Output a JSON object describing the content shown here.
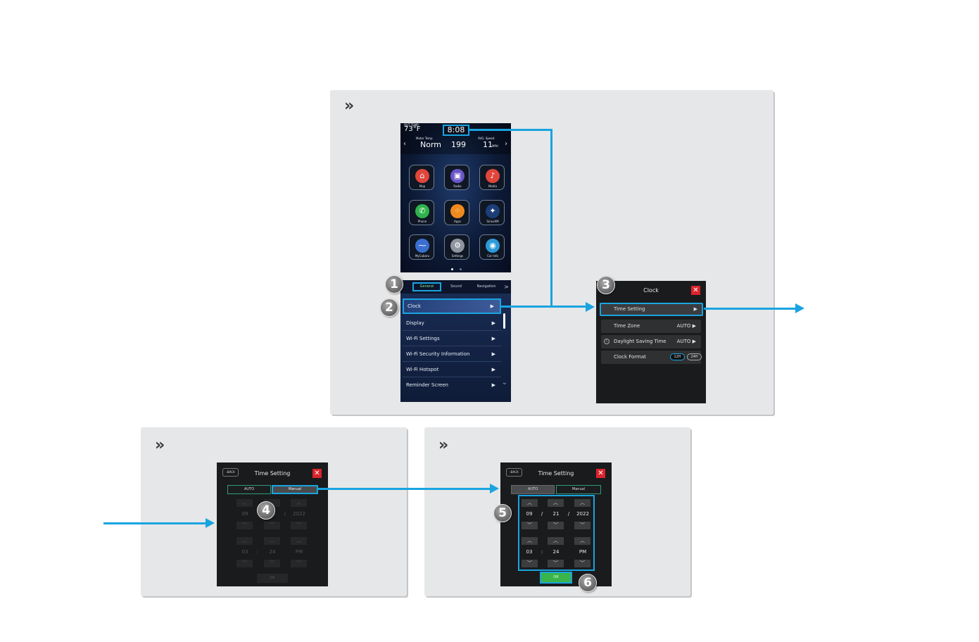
{
  "home": {
    "outside_temp_label": "OUT TEMP",
    "outside_temp": "73°F",
    "clock": "8:08",
    "motor_temp_label": "Motor Temp",
    "motor_temp": "Norm",
    "mid_value": "199",
    "avg_speed_label": "AVG. Speed",
    "avg_speed": "11",
    "avg_speed_unit": "MPH",
    "apps": [
      {
        "label": "Map",
        "icon": "map-icon",
        "color": "#e0463c",
        "glyph": "⌂"
      },
      {
        "label": "Radio",
        "icon": "radio-icon",
        "color": "#6a56c9",
        "glyph": "▣"
      },
      {
        "label": "Media",
        "icon": "music-note-icon",
        "color": "#e0463c",
        "glyph": "♪"
      },
      {
        "label": "Phone",
        "icon": "phone-icon",
        "color": "#2fb24c",
        "glyph": "✆"
      },
      {
        "label": "Apps",
        "icon": "apps-grid-icon",
        "color": "#f08a1e",
        "glyph": "⁘"
      },
      {
        "label": "SiriusXM",
        "icon": "siriusxm-icon",
        "color": "#1b3e78",
        "glyph": "✦"
      },
      {
        "label": "MyCubaru",
        "icon": "my-subaru-icon",
        "color": "#3a6fd0",
        "glyph": "⁓"
      },
      {
        "label": "Settings",
        "icon": "gear-icon",
        "color": "#8f959e",
        "glyph": "⚙"
      },
      {
        "label": "Car Info",
        "icon": "car-info-icon",
        "color": "#2c9ad8",
        "glyph": "◉"
      }
    ]
  },
  "settings": {
    "tabs": [
      "General",
      "Sound",
      "Navigation"
    ],
    "tab_next": ">",
    "rows": [
      "Clock",
      "Display",
      "Wi-Fi Settings",
      "Wi-Fi Security Information",
      "Wi-Fi Hotspot",
      "Reminder Screen"
    ],
    "row_arrow": "▶",
    "scroll_down": "⌄"
  },
  "clock_screen": {
    "title": "Clock",
    "rows": [
      {
        "label": "Time Setting",
        "value": ""
      },
      {
        "label": "Time Zone",
        "value": "AUTO"
      },
      {
        "label": "Daylight Saving Time",
        "value": "AUTO"
      },
      {
        "label": "Clock Format",
        "value": ""
      }
    ],
    "format_12": "12H",
    "format_24": "24H",
    "arrow": "▶"
  },
  "time_setting": {
    "title": "Time Setting",
    "back": "BACK",
    "auto": "AUTO",
    "manual": "Manual",
    "month": "09",
    "day": "21",
    "year": "2022",
    "date_sep": "/",
    "hour": "03",
    "minute": "24",
    "ampm": "PM",
    "time_sep": ":",
    "up": "︿",
    "down": "﹀",
    "ok": "OK",
    "close": "✕"
  },
  "badges": [
    "1",
    "2",
    "3",
    "4",
    "5",
    "6"
  ],
  "chevron": "»",
  "colors": {
    "accent_blue": "#19a4e0",
    "ok_green": "#3ab54a",
    "close_red": "#d9242b",
    "panel_gray": "#e6e7e8"
  }
}
